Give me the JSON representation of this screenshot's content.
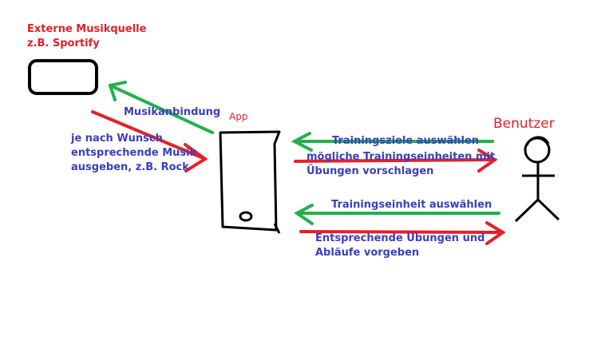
{
  "source": {
    "line1": "Externe Musikquelle",
    "line2": "z.B. Sportify"
  },
  "app_label": "App",
  "user_label": "Benutzer",
  "edges": {
    "music_binding": "Musikanbindung",
    "music_output": [
      "je nach Wunsch",
      "entsprechende Musik",
      "ausgeben, z.B. Rock"
    ],
    "select_goals": "Trainingsziele auswählen",
    "suggest_units": [
      "mögliche Trainingseinheiten mit",
      "Übungen vorschlagen"
    ],
    "select_unit": "Trainingseinheit auswählen",
    "provide_exercises": [
      "Entsprechende Übungen und",
      "Abläufe vorgeben"
    ]
  },
  "colors": {
    "red": "#e5202a",
    "green": "#22b14c",
    "blue": "#3a3fbf",
    "black": "#000000"
  }
}
